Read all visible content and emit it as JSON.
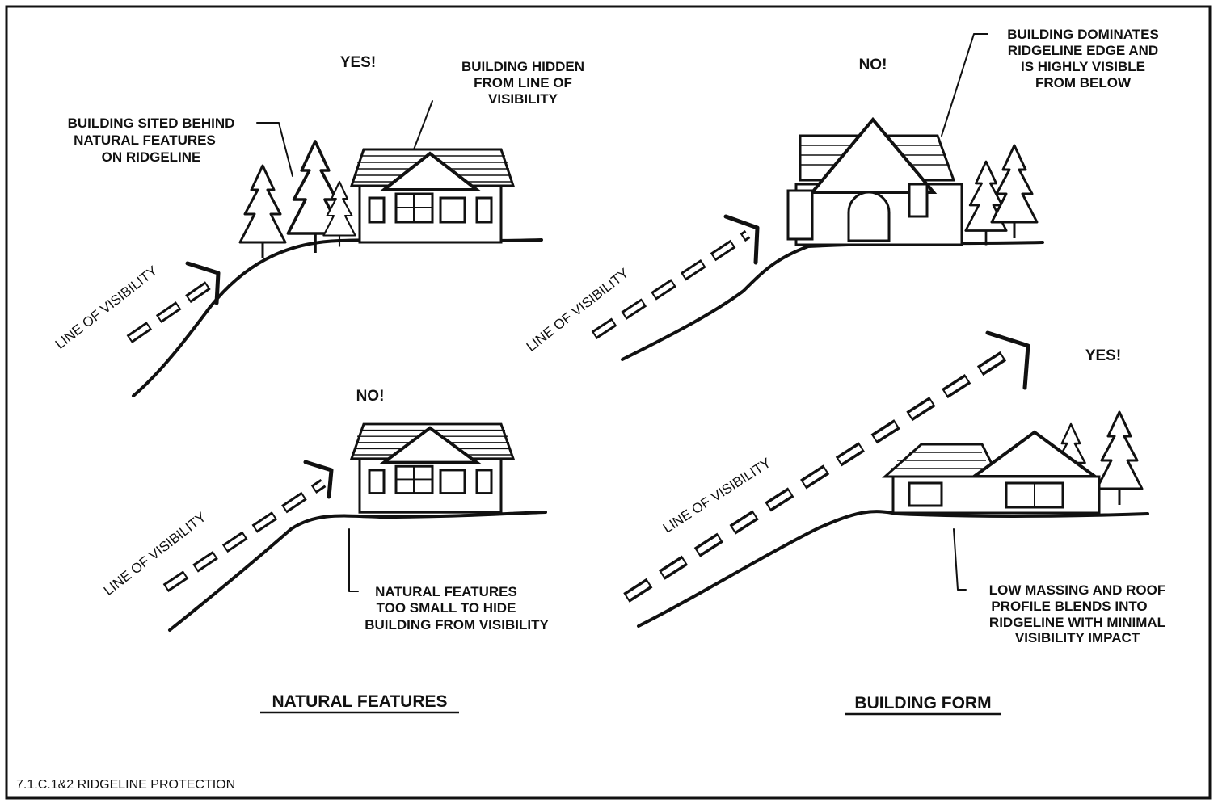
{
  "caption": "7.1.C.1&2 RIDGELINE PROTECTION",
  "natural_features": {
    "heading": "NATURAL FEATURES",
    "yes_panel": {
      "verdict": "YES!",
      "note_building": [
        "BUILDING HIDDEN",
        "FROM LINE OF",
        "VISIBILITY"
      ],
      "note_trees": [
        "BUILDING SITED BEHIND",
        "NATURAL FEATURES",
        "ON RIDGELINE"
      ],
      "line_label": "LINE OF VISIBILITY"
    },
    "no_panel": {
      "verdict": "NO!",
      "note": [
        "NATURAL FEATURES",
        "TOO SMALL TO HIDE",
        "BUILDING FROM VISIBILITY"
      ],
      "line_label": "LINE OF VISIBILITY"
    }
  },
  "building_form": {
    "heading": "BUILDING FORM",
    "no_panel": {
      "verdict": "NO!",
      "note": [
        "BUILDING DOMINATES",
        "RIDGELINE EDGE AND",
        "IS HIGHLY VISIBLE",
        "FROM BELOW"
      ],
      "line_label": "LINE OF VISIBILITY"
    },
    "yes_panel": {
      "verdict": "YES!",
      "note": [
        "LOW MASSING AND ROOF",
        "PROFILE BLENDS INTO",
        "RIDGELINE WITH MINIMAL",
        "VISIBILITY IMPACT"
      ],
      "line_label": "LINE OF VISIBILITY"
    }
  }
}
